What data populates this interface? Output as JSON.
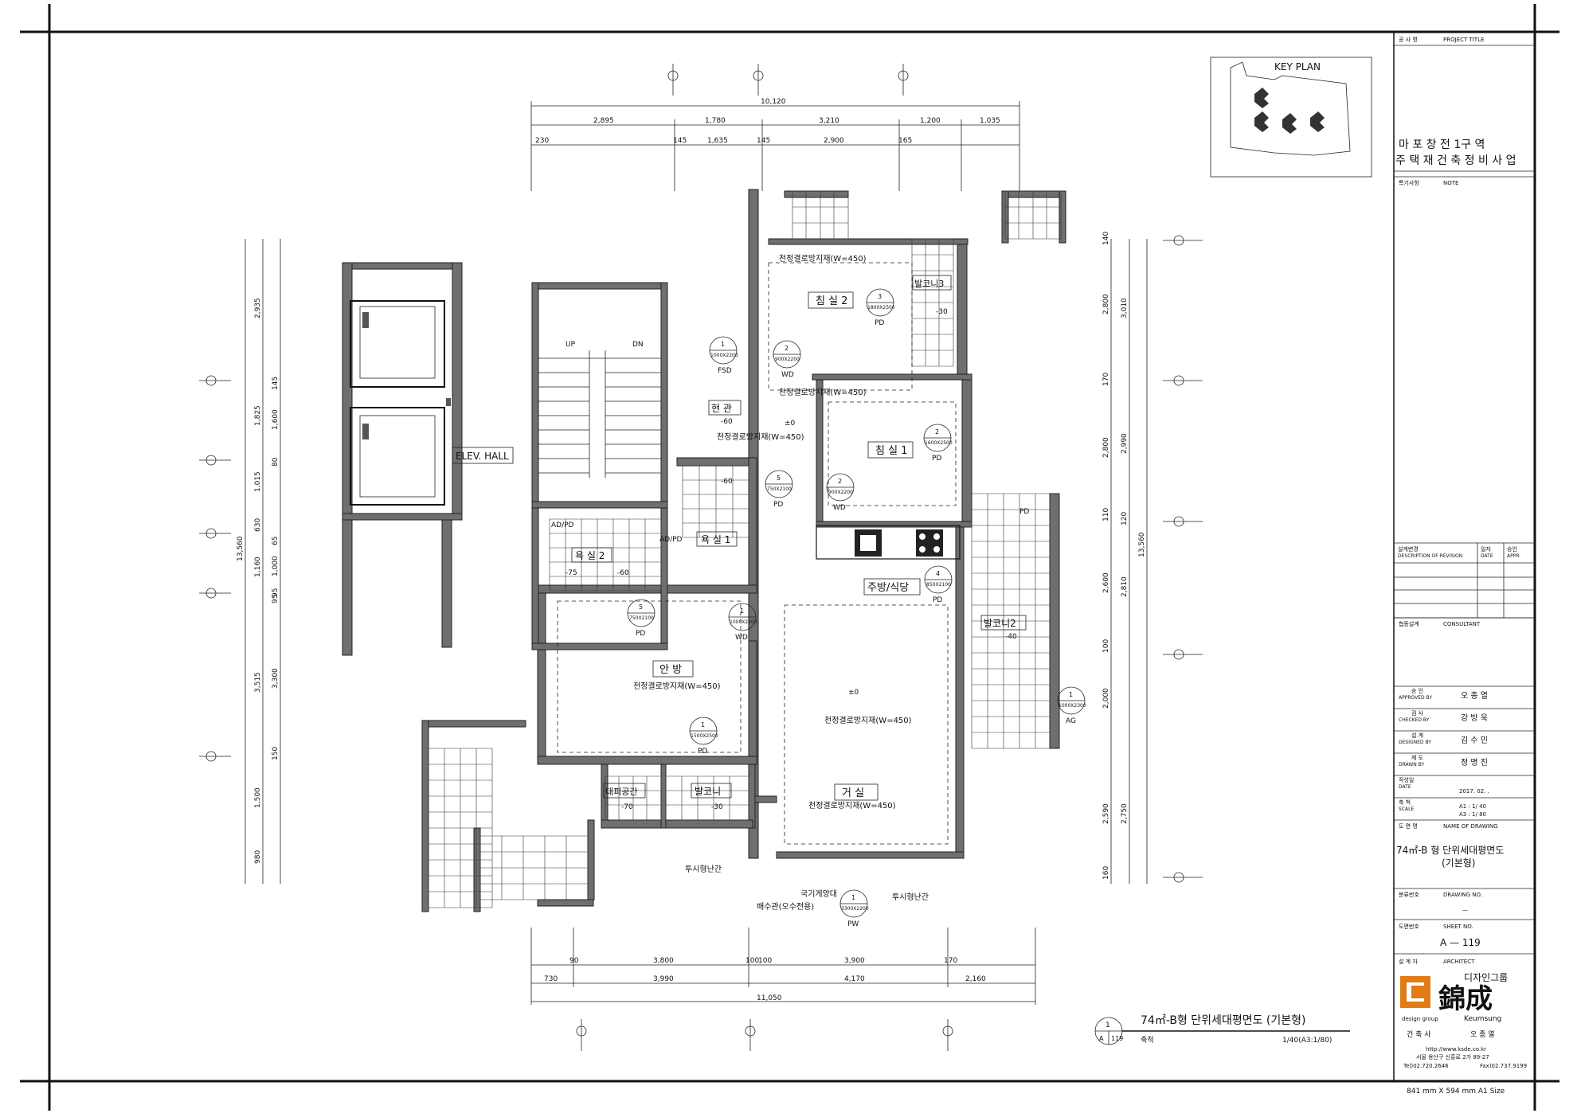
{
  "project": {
    "label_project_title": "공 사 명",
    "label_project_title_en": "PROJECT TITLE",
    "title_line1": "마 포 창 전  1구 역",
    "title_line2": "주 택 재 건 축 정 비 사 업",
    "label_note": "특기사항",
    "label_note_en": "NOTE"
  },
  "key_plan": {
    "label": "KEY PLAN"
  },
  "revision": {
    "label": "설계변경",
    "label_en": "DESCRIPTION OF REVISION",
    "date_label": "일자",
    "date_label_en": "DATE",
    "approve_label": "승인",
    "approve_label_en": "APPR."
  },
  "consultant": {
    "label": "협동설계",
    "label_en": "CONSULTANT"
  },
  "signoffs": [
    {
      "label": "승    인",
      "label_en": "APPROVED BY",
      "name": "오 종 열"
    },
    {
      "label": "검    사",
      "label_en": "CHECKED BY",
      "name": "강 방 욱"
    },
    {
      "label": "설    계",
      "label_en": "DESIGNED BY",
      "name": "김 수 민"
    },
    {
      "label": "제    도",
      "label_en": "DRAWN BY",
      "name": "정 명 진"
    }
  ],
  "date": {
    "label": "작성일",
    "label_en": "DATE",
    "value": "2017. 02.  ."
  },
  "scale": {
    "label": "축    척",
    "label_en": "SCALE",
    "a1": "A1  : 1/ 40",
    "a3": "A3  : 1/ 80"
  },
  "drawing_name": {
    "label": "도 면 명",
    "label_en": "NAME OF DRAWING",
    "line1": "74㎡-B 형 단위세대평면도",
    "line2": "(기본형)"
  },
  "drawing_no": {
    "label": "분류번호",
    "label_en": "DRAWING NO.",
    "value": "—"
  },
  "sheet_no": {
    "label": "도면번호",
    "label_en": "SHEET NO.",
    "value": "A  — 119"
  },
  "architect": {
    "label": "설 계 자",
    "label_en": "ARCHITECT",
    "group_ko": "디자인그룹",
    "brand": "錦成",
    "group_en": "design group",
    "brand_en": "Keumsung",
    "architect_label": "건 축 사",
    "architect_name": "오 종 열",
    "url": "http://www.ksde.co.kr",
    "address": "서울 용산구 신흥로 2가 89-27",
    "tel": "Tel)02.720.2646",
    "fax": "Fax)02.737.9199"
  },
  "paper_size": "841 mm X 594 mm  A1 Size",
  "plan_title": {
    "number": "1",
    "sheet": "A",
    "sheet_num": "119",
    "title": "74㎡-B형 단위세대평면도 (기본형)",
    "scale_label": "축척",
    "scale_value": "1/40(A3:1/80)"
  },
  "rooms": {
    "bedroom2": "침 실 2",
    "bedroom1": "침 실 1",
    "entrance": "현 관",
    "bath1": "욕 실 1",
    "bath2": "욕 실 2",
    "master": "안 방",
    "kitchen": "주방/식당",
    "living": "거 실",
    "balcony": "발코니",
    "balcony2": "발코니2",
    "balcony3": "발코니3",
    "utility": "대피공간",
    "elev_hall": "ELEV. HALL",
    "adpd1": "AD/PD",
    "adpd2": "AD/PD",
    "pd": "PD",
    "up": "UP",
    "dn": "DN"
  },
  "notes": {
    "condense_1": "천정결로방지재(W=450)",
    "condense_2": "천정결로방지재(W=450)",
    "condense_3": "천정결로방지재(W=450)",
    "condense_4": "천정결로방지재(W=450)",
    "condense_5": "천정결로방지재(W=450)",
    "condense_6": "천정결로방지재(W=450)",
    "rail_1": "투시형난간",
    "rail_2": "투시형난간",
    "flag": "국기게양대",
    "drain": "배수관(오수전용)",
    "level_0": "±0",
    "level_0b": "±0",
    "level_60": "-60",
    "level_60b": "-60",
    "level_60c": "-60",
    "level_75": "-75",
    "level_30": "-30",
    "level_40": "-40",
    "level_70": "-70",
    "level_30b": "-30"
  },
  "doors": [
    {
      "num": "1",
      "size": "1000X2200",
      "type": "FSD"
    },
    {
      "num": "2",
      "size": "900X2200",
      "type": "WD"
    },
    {
      "num": "3",
      "size": "1800X2500",
      "type": "PD"
    },
    {
      "num": "2",
      "size": "1600X2500",
      "type": "PD"
    },
    {
      "num": "5",
      "size": "750X2100",
      "type": "PD"
    },
    {
      "num": "2",
      "size": "900X2200",
      "type": "WD"
    },
    {
      "num": "4",
      "size": "850X2100",
      "type": "PD"
    },
    {
      "num": "5",
      "size": "750X2100",
      "type": "PD"
    },
    {
      "num": "1",
      "size": "1000X2200",
      "type": "WD"
    },
    {
      "num": "1",
      "size": "1500X2500",
      "type": "PD"
    },
    {
      "num": "1",
      "size": "1000X2300",
      "type": "AG"
    },
    {
      "num": "1",
      "size": "3300X2200",
      "type": "PW"
    }
  ],
  "dims": {
    "top_total": "10,120",
    "top_row2": [
      "2,895",
      "1,780",
      "3,210",
      "1,200",
      "1,035"
    ],
    "top_row3": [
      "230",
      "145",
      "1,635",
      "145",
      "2,900",
      "165"
    ],
    "bottom_total": "11,050",
    "bottom_row1": [
      "90",
      "3,800",
      "100",
      "100",
      "3,900",
      "170"
    ],
    "bottom_row2": [
      "730",
      "3,990",
      "4,170",
      "2,160"
    ],
    "left_total": "13,560",
    "left_col1": [
      "2,935",
      "1,825",
      "1,015",
      "630",
      "1,160",
      "3,515",
      "1,500",
      "980"
    ],
    "left_col2": [
      "145",
      "1,600",
      "80",
      "65",
      "1,000",
      "95",
      "95",
      "3,300",
      "150"
    ],
    "right_total": "13,560",
    "right_col1": [
      "140",
      "2,800",
      "170",
      "2,800",
      "110",
      "2,600",
      "100",
      "2,000",
      "2,590",
      "160"
    ],
    "right_col2": [
      "3,010",
      "2,990",
      "120",
      "2,810",
      "2,750"
    ]
  }
}
